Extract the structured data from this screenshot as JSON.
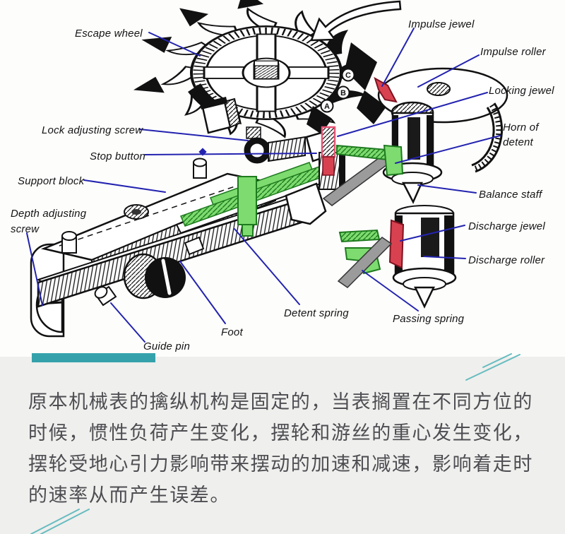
{
  "diagram": {
    "labels": {
      "escape_wheel": "Escape wheel",
      "impulse_jewel": "Impulse jewel",
      "impulse_roller": "Impulse roller",
      "locking_jewel": "Locking jewel",
      "horn_of_detent": [
        "Horn of",
        "detent"
      ],
      "lock_adjusting_screw": "Lock adjusting screw",
      "stop_button": "Stop button",
      "support_block": "Support block",
      "balance_staff": "Balance staff",
      "depth_adjusting_screw": [
        "Depth adjusting",
        "screw"
      ],
      "discharge_jewel": "Discharge jewel",
      "discharge_roller": "Discharge roller",
      "detent_spring": "Detent spring",
      "passing_spring": "Passing spring",
      "foot": "Foot",
      "guide_pin": "Guide pin"
    },
    "markers": {
      "a": "A",
      "b": "B",
      "c": "C"
    },
    "colors": {
      "leader_line": "#2323b0",
      "highlight_green": "#7ddb6f",
      "highlight_red": "#d84250",
      "accent_teal": "#35a2ab",
      "deco_teal": "#66bcc0"
    }
  },
  "caption": {
    "lines": [
      "原本机械表的擒纵机构是固定的，当表搁置在不同方位的",
      "时候，惯性负荷产生变化，摆轮和游丝的重心发生变化，",
      "摆轮受地心引力影响带来摆动的加速和减速，影响着走时",
      "的速率从而产生误差。"
    ]
  }
}
